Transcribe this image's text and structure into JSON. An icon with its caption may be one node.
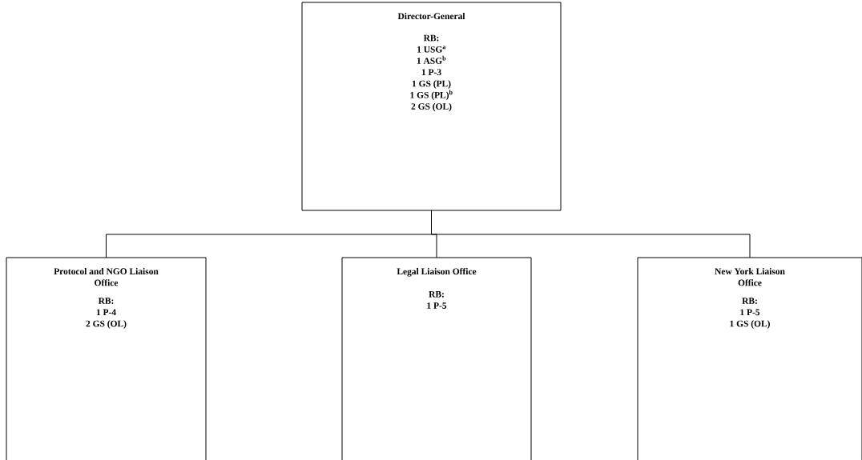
{
  "diagram": {
    "nodes": [
      {
        "text": [
          "Director-General",
          "RB:",
          "1 USG$^{a}$",
          "1 ASG$^{b}$",
          "1 P-3",
          "1 GS (PL)",
          "1 GS (PL)$^{b}$",
          "2 GS (OL)"
        ]
      },
      {
        "text": [
          "Protocol and NGO Liaison Office",
          "RB:",
          "1 P-4",
          "2 GS (OL)"
        ]
      },
      {
        "text": [
          "Legal Liaison Office",
          "RB:",
          "1 P-5"
        ]
      },
      {
        "text": [
          "New York Liaison Office",
          "RB:",
          "1 P-5",
          "1 GS (OL)"
        ]
      }
    ],
    "edges": [
      {
        "from": 0,
        "to": 1,
        "arrow": "none"
      },
      {
        "from": 0,
        "to": 2,
        "arrow": "none"
      },
      {
        "from": 0,
        "to": 3,
        "arrow": "none"
      }
    ]
  }
}
